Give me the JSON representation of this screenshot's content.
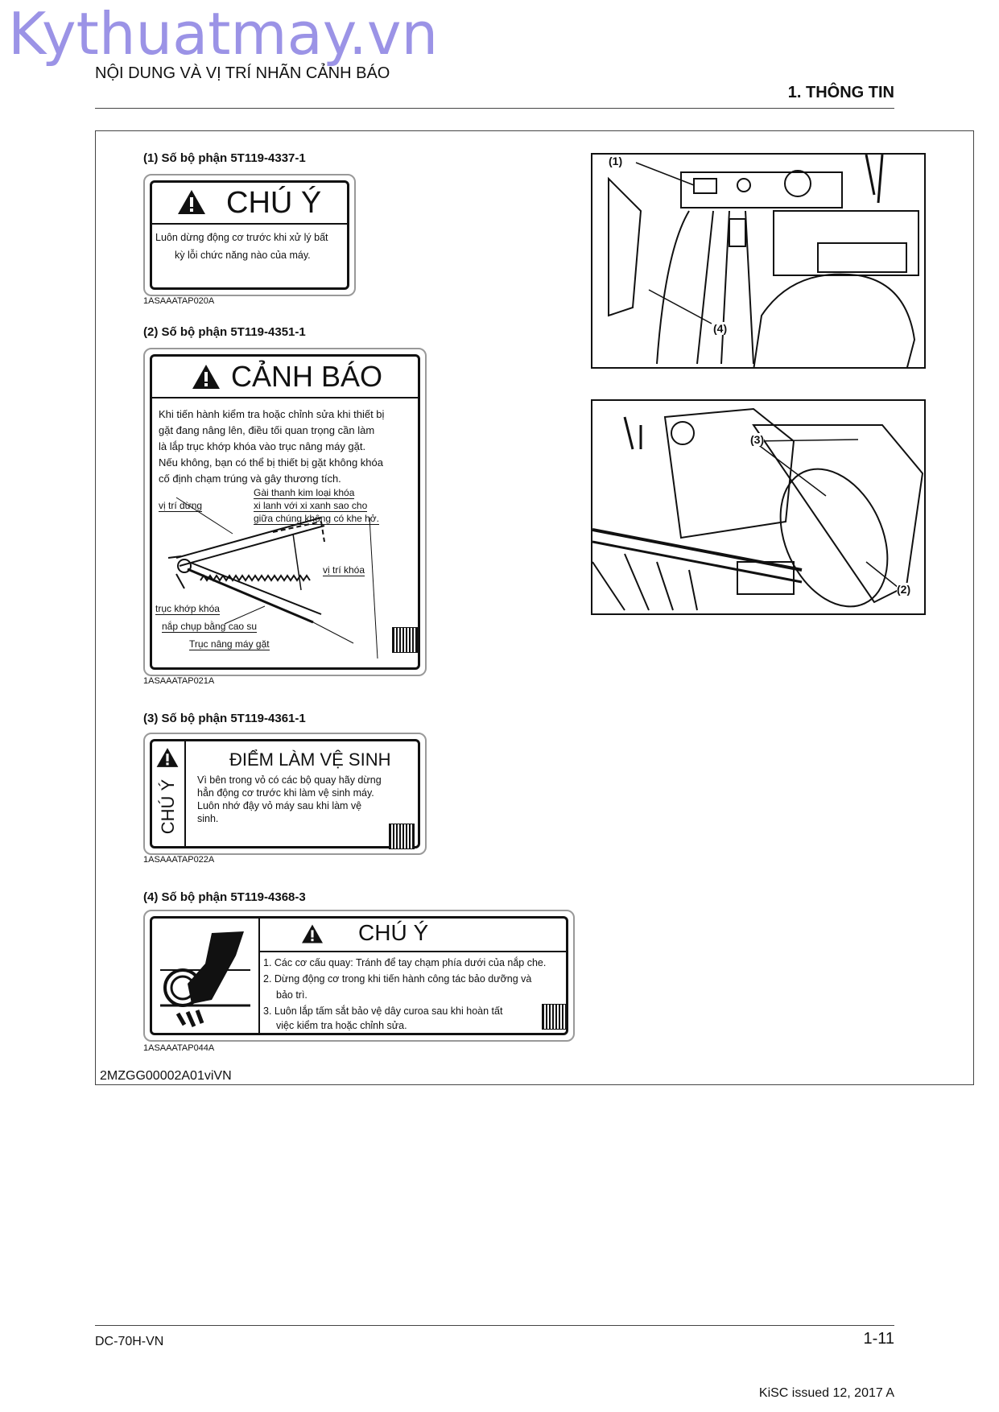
{
  "watermark": "Kythuatmay.vn",
  "header": {
    "title": "NỘI DUNG VÀ VỊ TRÍ NHÃN CẢNH BÁO",
    "chapter": "1. THÔNG TIN"
  },
  "labels": {
    "l1": {
      "part": "(1) Số bộ phận 5T119-4337-1",
      "heading": "CHÚ Ý",
      "text": [
        "Luôn dừng động cơ trước khi xử lý bất",
        "kỳ lỗi chức năng nào của máy."
      ],
      "code": "1ASAAATAP020A"
    },
    "l2": {
      "part": "(2) Số bộ phận 5T119-4351-1",
      "heading": "CẢNH BÁO",
      "text": [
        "Khi tiến hành kiểm tra hoặc chỉnh sửa khi thiết bị",
        "gặt đang nâng lên, điều tối quan trọng cần làm",
        "là lắp trục khớp khóa vào trục nâng máy gặt.",
        "Nếu không, bạn có thể bị thiết bị gặt không khóa",
        "cố định chạm trúng và gây thương tích."
      ],
      "callouts": {
        "stop": "vị trí dừng",
        "bar": [
          "Gài thanh kim loại khóa",
          "xi lanh với xi xanh sao cho",
          "giữa chúng không có khe hở."
        ],
        "lock_pos": "vị trí khóa",
        "lock_shaft": "trục khớp khóa",
        "rubber": "nắp chụp bằng cao su",
        "lift": "Trục nâng máy gặt"
      },
      "code": "1ASAAATAP021A"
    },
    "l3": {
      "part": "(3) Số bộ phận 5T119-4361-1",
      "side": "CHÚ Ý",
      "heading": "ĐIỂM LÀM VỆ SINH",
      "text": [
        "Vì bên trong vỏ có các bộ quay hãy dừng",
        "hẳn động cơ trước khi làm vệ sinh máy.",
        "Luôn nhớ đậy vỏ máy sau khi làm vệ",
        "sinh."
      ],
      "code": "1ASAAATAP022A"
    },
    "l4": {
      "part": "(4) Số bộ phận 5T119-4368-3",
      "heading": "CHÚ Ý",
      "items": [
        "1. Các cơ cấu quay: Tránh để tay chạm phía dưới của nắp che.",
        "2. Dừng động cơ trong khi tiến hành công tác bảo dưỡng và",
        "bảo trì.",
        "3. Luôn lắp tấm sắt bảo vệ dây curoa sau khi hoàn tất",
        "việc kiểm tra hoặc chỉnh sửa."
      ],
      "code": "1ASAAATAP044A"
    }
  },
  "figures": {
    "top": {
      "callouts": [
        "(1)",
        "(4)"
      ]
    },
    "bottom": {
      "callouts": [
        "(3)",
        "(2)"
      ]
    }
  },
  "doc_id": "2MZGG00002A01viVN",
  "footer": {
    "model": "DC-70H-VN",
    "page": "1-11",
    "issued": "KiSC issued 12, 2017 A"
  }
}
